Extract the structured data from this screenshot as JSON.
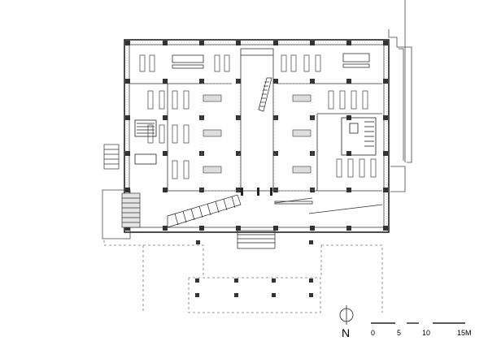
{
  "north_arrow": {
    "label": "N"
  },
  "scale_bar": {
    "ticks": [
      "0",
      "5",
      "10",
      "15M"
    ]
  }
}
